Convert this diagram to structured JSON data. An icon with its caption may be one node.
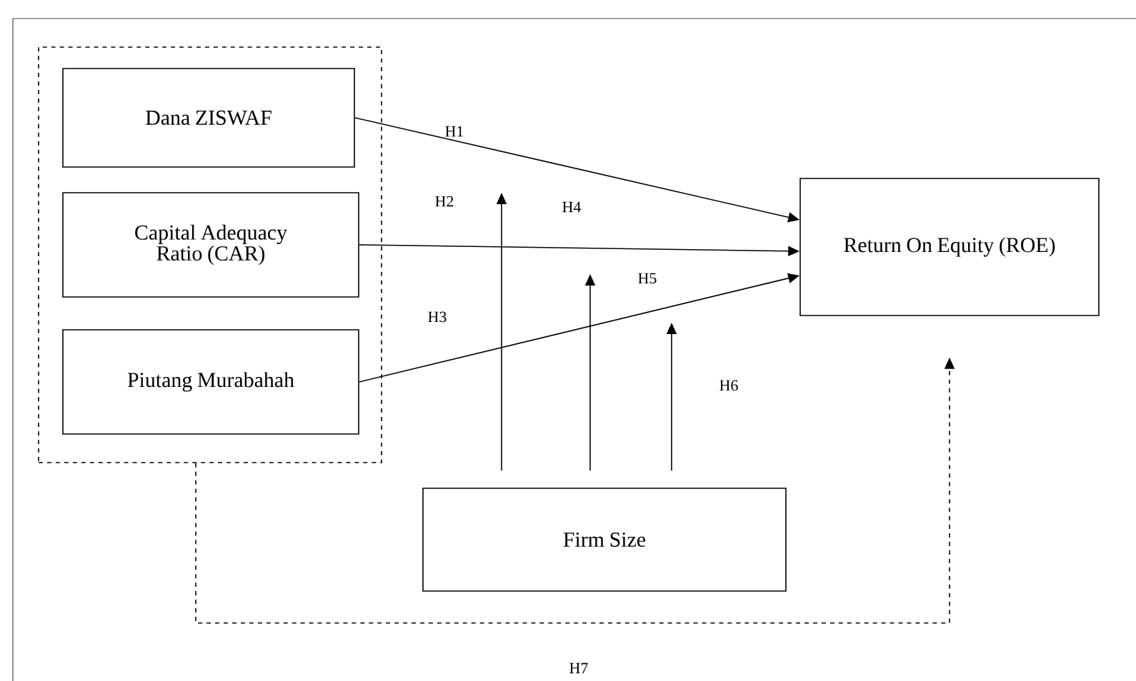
{
  "diagram": {
    "nodes": [
      {
        "text": [],
        "shape": "box"
      },
      {
        "text": [
          "Dana ZISWAF"
        ],
        "in": 0
      },
      {
        "text": [
          "Capital Adequacy Ratio (CAR)"
        ],
        "in": 0
      },
      {
        "text": [
          "Piutang Murabahah"
        ],
        "in": 0
      },
      {
        "text": [
          "Return On Equity (ROE)"
        ]
      },
      {
        "text": [
          "Firm Size"
        ]
      }
    ],
    "edges": [
      {
        "from": 1,
        "to": 4,
        "arrow": "to"
      },
      {
        "from": 2,
        "to": 4,
        "arrow": "to"
      },
      {
        "from": 3,
        "to": 4,
        "arrow": "to"
      },
      {
        "from": 5,
        "to": null,
        "arrow": "to"
      },
      {
        "from": 5,
        "to": null,
        "arrow": "to"
      },
      {
        "from": 5,
        "to": null,
        "arrow": "to"
      },
      {
        "from": 0,
        "to": 4,
        "arrow": "to",
        "style": "dashed"
      }
    ],
    "labels": [
      "H1",
      "H2",
      "H4",
      "H5",
      "H3",
      "H6",
      "H7"
    ]
  }
}
